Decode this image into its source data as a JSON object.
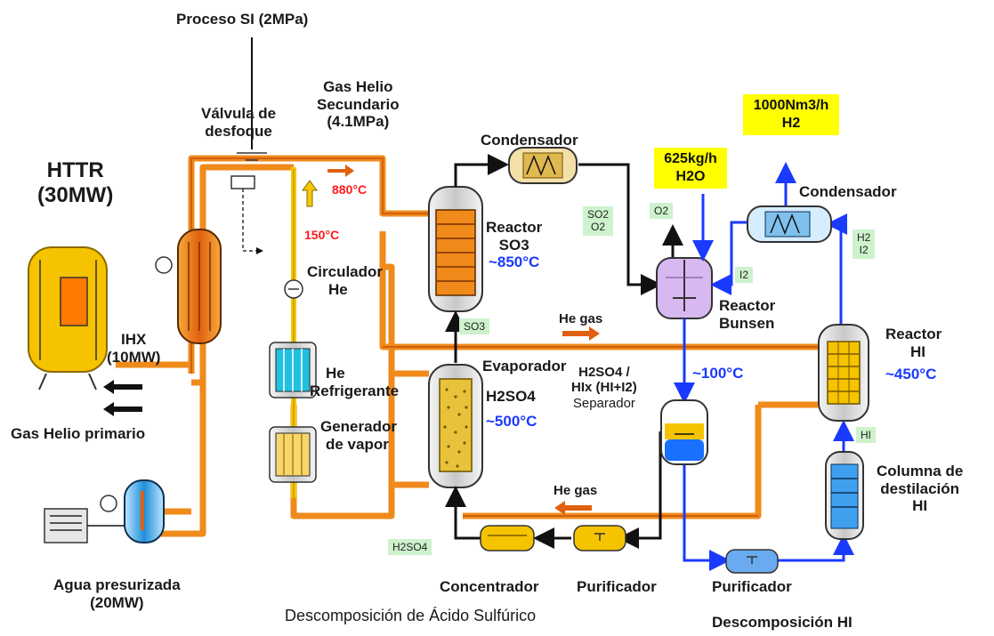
{
  "diagram": {
    "title_top": "Proceso SI (2MPa)",
    "httr": {
      "line1": "HTTR",
      "line2": "(30MW)"
    },
    "ihx": {
      "line1": "IHX",
      "line2": "(10MW)"
    },
    "primary_gas": "Gas Helio primario",
    "pressurized_water": {
      "line1": "Agua presurizada",
      "line2": "(20MW)"
    },
    "relief_valve": {
      "line1": "Válvula de",
      "line2": "desfoque"
    },
    "secondary_gas": {
      "line1": "Gas Helio",
      "line2": "Secundario",
      "line3": "(4.1MPa)"
    },
    "temp_880": "880°C",
    "temp_150": "150°C",
    "circulator": {
      "line1": "Circulador",
      "line2": "He"
    },
    "he_cooler": {
      "line1": "He",
      "line2": "Refrigerante"
    },
    "steam_generator": {
      "line1": "Generador",
      "line2": "de vapor"
    },
    "condenser_left": "Condensador",
    "so3_reactor": {
      "line1": "Reactor",
      "line2": "SO3",
      "temp": "~850°C"
    },
    "so2_o2_tag": {
      "line1": "SO2",
      "line2": "O2"
    },
    "o2_tag": "O2",
    "so3_tag": "SO3",
    "he_gas_top": "He gas",
    "he_gas_bottom": "He gas",
    "evaporator": {
      "label": "Evaporador",
      "chem": "H2SO4",
      "temp": "~500°C"
    },
    "h2so4_tag": "H2SO4",
    "water_feed": {
      "line1": "625kg/h",
      "line2": "H2O"
    },
    "hydrogen_out": {
      "line1": "1000Nm3/h",
      "line2": "H2"
    },
    "condenser_right": "Condensador",
    "h2_i2_tag": {
      "line1": "H2",
      "line2": "I2"
    },
    "i2_tag": "I2",
    "bunsen_reactor": {
      "line1": "Reactor",
      "line2": "Bunsen"
    },
    "separator": {
      "line1": "H2SO4 /",
      "line2": "HIx (HI+I2)",
      "line3": "Separador"
    },
    "temp_100": "~100°C",
    "hi_reactor": {
      "line1": "Reactor",
      "line2": "HI",
      "temp": "~450°C"
    },
    "hi_tag": "HI",
    "distillation": {
      "line1": "Columna de",
      "line2": "destilación",
      "line3": "HI"
    },
    "concentrator": "Concentrador",
    "purifier_left": "Purificador",
    "purifier_right": "Purificador",
    "section_sulfuric": "Descomposición de Ácido Sulfúrico",
    "section_hi": "Descomposición HI",
    "colors": {
      "helium_pipe": "#f08a1a",
      "helium_pipe_dark": "#d06010",
      "yellow_pipe": "#f5c800",
      "blue_line": "#1a3aff",
      "black_line": "#111111",
      "tag_bg": "#cdf2cd",
      "highlight": "#ffff00"
    }
  }
}
